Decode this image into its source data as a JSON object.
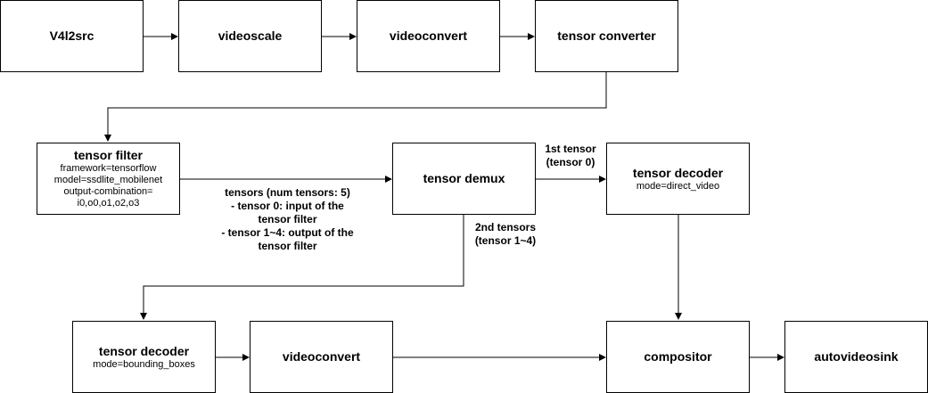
{
  "nodes": {
    "v4l2src": {
      "title": "V4l2src"
    },
    "videoscale": {
      "title": "videoscale"
    },
    "videoconvert1": {
      "title": "videoconvert"
    },
    "tensor_converter": {
      "title": "tensor converter"
    },
    "tensor_filter": {
      "title": "tensor filter",
      "lines": [
        "framework=tensorflow",
        "model=ssdlite_mobilenet",
        "output-combination=",
        "i0,o0,o1,o2,o3"
      ]
    },
    "tensor_demux": {
      "title": "tensor demux"
    },
    "tensor_decoder_video": {
      "title": "tensor decoder",
      "lines": [
        "mode=direct_video"
      ]
    },
    "tensor_decoder_boxes": {
      "title": "tensor decoder",
      "lines": [
        "mode=bounding_boxes"
      ]
    },
    "videoconvert2": {
      "title": "videoconvert"
    },
    "compositor": {
      "title": "compositor"
    },
    "autovideosink": {
      "title": "autovideosink"
    }
  },
  "edge_labels": {
    "tensors": [
      "tensors (num tensors: 5)",
      "- tensor 0: input of the",
      "tensor filter",
      "- tensor 1~4: output of the",
      "tensor filter"
    ],
    "first_tensor": [
      "1st tensor",
      "(tensor 0)"
    ],
    "second_tensors": [
      "2nd tensors",
      "(tensor 1~4)"
    ]
  },
  "colors": {
    "stroke": "#000000",
    "fill": "#ffffff"
  }
}
